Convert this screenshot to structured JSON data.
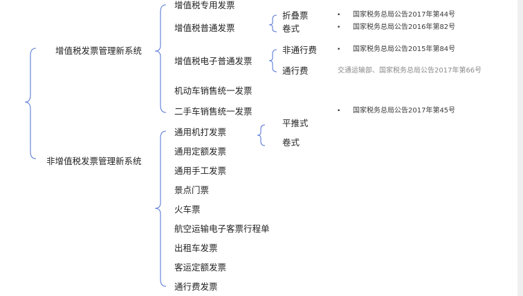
{
  "root": {
    "vat": "增值税发票管理新系统",
    "nonvat": "非增值税发票管理新系统"
  },
  "vat_items": {
    "special": "增值税专用发票",
    "ordinary": "增值税普通发票",
    "electronic": "增值税电子普通发票",
    "motor": "机动车销售统一发票",
    "used_car": "二手车销售统一发票"
  },
  "ordinary_sub": {
    "folded": "折叠票",
    "roll": "卷式"
  },
  "electronic_sub": {
    "non_toll": "非通行费",
    "toll": "通行费"
  },
  "nonvat_items": {
    "machine": "通用机打发票",
    "fixed": "通用定额发票",
    "manual": "通用手工发票",
    "ticket": "景点门票",
    "train": "火车票",
    "air": "航空运输电子客票行程单",
    "taxi": "出租车发票",
    "passenger": "客运定额发票",
    "toll_invoice": "通行费发票"
  },
  "machine_sub": {
    "flat": "平推式",
    "roll": "卷式"
  },
  "notes": {
    "n1": "国家税务总局公告2017年第44号",
    "n2": "国家税务总局公告2016年第82号",
    "n3": "国家税务总局公告2015年第84号",
    "n4": "交通运输部、国家税务总局公告2017年第66号",
    "n5": "国家税务总局公告2017年第45号"
  },
  "bullet_glyph": "•",
  "colors": {
    "bracket": "#5b7bd5",
    "note_gray": "#8a8a8a"
  }
}
